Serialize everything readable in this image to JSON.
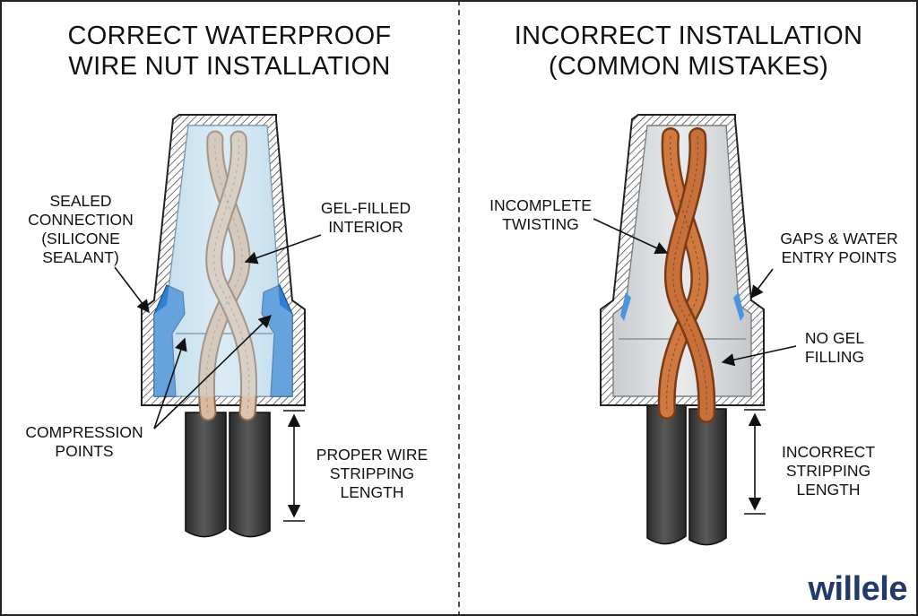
{
  "left_panel": {
    "title_lines": [
      "CORRECT WATERPROOF",
      "WIRE NUT INSTALLATION"
    ],
    "labels": {
      "sealed_connection": [
        "SEALED",
        "CONNECTION",
        "(SILICONE",
        "SEALANT)"
      ],
      "gel_filled": [
        "GEL-FILLED",
        "INTERIOR"
      ],
      "compression_points": [
        "COMPRESSION",
        "POINTS"
      ],
      "proper_stripping": [
        "PROPER WIRE",
        "STRIPPING",
        "LENGTH"
      ]
    }
  },
  "right_panel": {
    "title_lines": [
      "INCORRECT INSTALLATION",
      "(COMMON MISTAKES)"
    ],
    "labels": {
      "incomplete_twisting": [
        "INCOMPLETE",
        "TWISTING"
      ],
      "gaps_water": [
        "GAPS & WATER",
        "ENTRY POINTS"
      ],
      "no_gel": [
        "NO GEL",
        "FILLING"
      ],
      "incorrect_stripping": [
        "INCORRECT",
        "STRIPPING",
        "LENGTH"
      ]
    }
  },
  "brand": "willele",
  "colors": {
    "sealant_blue": "#2f7fd4",
    "gel_blue": "#cfe4f2",
    "copper": "#c8703a",
    "insulation": "#3d3d3d",
    "brand": "#1f3a6b"
  }
}
